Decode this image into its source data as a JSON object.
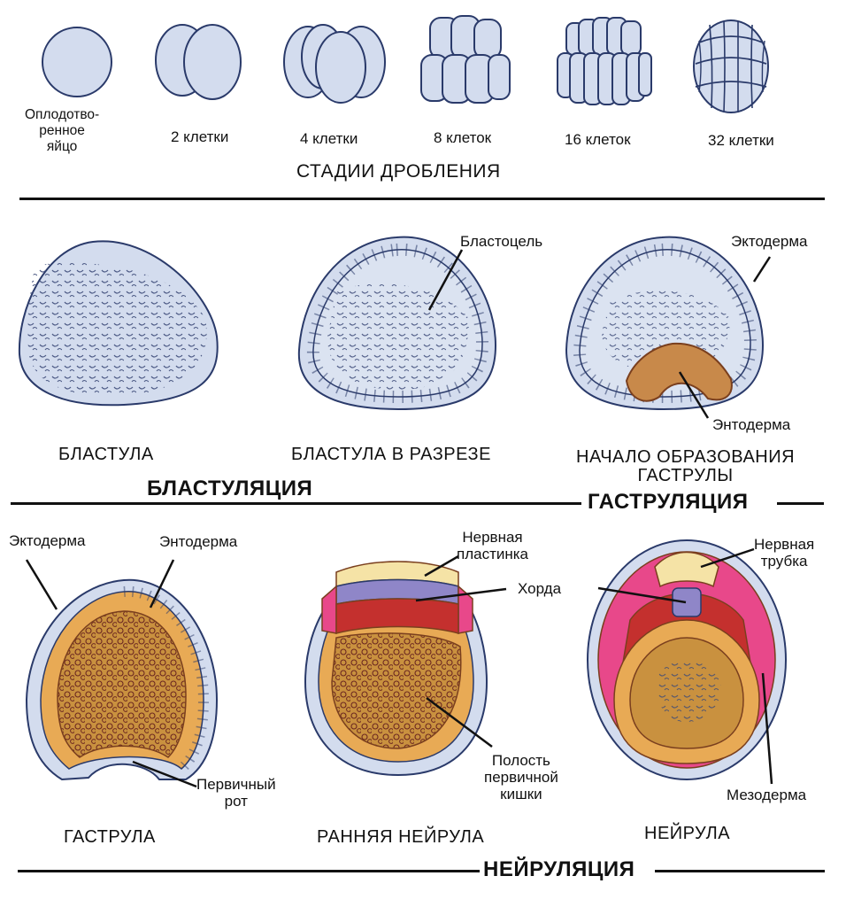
{
  "cleavage": {
    "stages": [
      {
        "label": "Оплодотво-\nренное\nяйцо"
      },
      {
        "label": "2 клетки"
      },
      {
        "label": "4 клетки"
      },
      {
        "label": "8 клеток"
      },
      {
        "label": "16 клеток"
      },
      {
        "label": "32 клетки"
      }
    ],
    "title": "СТАДИИ ДРОБЛЕНИЯ"
  },
  "blastulation": {
    "captions": [
      "БЛАСТУЛА",
      "БЛАСТУЛА В РАЗРЕЗЕ",
      "НАЧАЛО ОБРАЗОВАНИЯ\nГАСТРУЛЫ"
    ],
    "labels": {
      "blastocoel": "Бластоцель",
      "ectoderm": "Эктодерма",
      "endoderm": "Энтодерма"
    },
    "heading": "БЛАСТУЛЯЦИЯ"
  },
  "gastrulation": {
    "heading": "ГАСТРУЛЯЦИЯ"
  },
  "neurulation": {
    "captions": [
      "ГАСТРУЛА",
      "РАННЯЯ НЕЙРУЛА",
      "НЕЙРУЛА"
    ],
    "labels": {
      "ectoderm": "Эктодерма",
      "endoderm": "Энтодерма",
      "primary_mouth": "Первичный\nрот",
      "neural_plate": "Нервная\nпластинка",
      "chord": "Хорда",
      "gut_cavity": "Полость\nпервичной\nкишки",
      "neural_tube": "Нервная\nтрубка",
      "mesoderm": "Мезодерма"
    },
    "heading": "НЕЙРУЛЯЦИЯ"
  },
  "colors": {
    "cell_fill": "#d3dcee",
    "cell_stroke": "#2a3a6a",
    "endoderm": "#c8894a",
    "yolk": "#c9913f",
    "yolk_light": "#e8aa55",
    "neural": "#f5e3a6",
    "chord": "#8f86c8",
    "mesoderm_pink": "#e8488a",
    "mesoderm_red": "#c4302e"
  }
}
